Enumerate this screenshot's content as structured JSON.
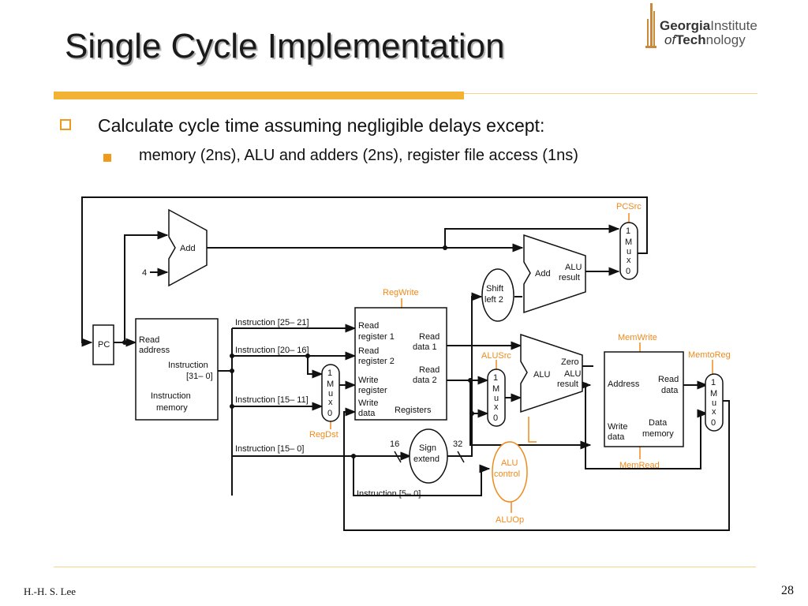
{
  "slide": {
    "title": "Single Cycle Implementation",
    "bullet_1": "Calculate cycle time assuming negligible delays except:",
    "bullet_2": "memory (2ns), ALU and adders (2ns), register file access (1ns)"
  },
  "logo": {
    "line_1_bold": "Georgia",
    "line_1_rest": "Institute",
    "line_2_bold": "of",
    "line_2_mid": "Tech",
    "line_2_rest": "nology"
  },
  "footer": {
    "author": "H.-H. S. Lee",
    "page_number": "28"
  },
  "colors": {
    "accent_orange": "#f2b233",
    "control_orange": "#f08a1c",
    "line_black": "#111111"
  },
  "diagram": {
    "pc": "PC",
    "add_top": "Add",
    "four": "4",
    "add_branch": "Add",
    "add_branch_result_1": "ALU",
    "add_branch_result_2": "result",
    "shift_1": "Shift",
    "shift_2": "left 2",
    "imem_read_1": "Read",
    "imem_read_2": "address",
    "imem_instr_1": "Instruction",
    "imem_instr_2": "[31– 0]",
    "imem_name_1": "Instruction",
    "imem_name_2": "memory",
    "instr_25_21": "Instruction [25– 21]",
    "instr_20_16": "Instruction [20– 16]",
    "instr_15_11": "Instruction [15– 11]",
    "instr_15_0": "Instruction [15– 0]",
    "instr_5_0": "Instruction [5– 0]",
    "reg_read1_1": "Read",
    "reg_read1_2": "register 1",
    "reg_read2_1": "Read",
    "reg_read2_2": "register 2",
    "reg_write_1": "Write",
    "reg_write_2": "register",
    "reg_wdata_1": "Write",
    "reg_wdata_2": "data",
    "reg_rdata1_1": "Read",
    "reg_rdata1_2": "data 1",
    "reg_rdata2_1": "Read",
    "reg_rdata2_2": "data 2",
    "reg_name": "Registers",
    "alu": "ALU",
    "alu_zero": "Zero",
    "alu_result_1": "ALU",
    "alu_result_2": "result",
    "dmem_addr": "Address",
    "dmem_read_1": "Read",
    "dmem_read_2": "data",
    "dmem_write_1": "Write",
    "dmem_write_2": "data",
    "dmem_name_1": "Data",
    "dmem_name_2": "memory",
    "sign_1": "Sign",
    "sign_2": "extend",
    "bits_16": "16",
    "bits_32": "32",
    "alu_control_1": "ALU",
    "alu_control_2": "control",
    "mux_top": "1",
    "mux_m": "M",
    "mux_u": "u",
    "mux_x": "x",
    "mux_bottom": "0",
    "ctl_pcsrc": "PCSrc",
    "ctl_regwrite": "RegWrite",
    "ctl_alusrc": "ALUSrc",
    "ctl_memwrite": "MemWrite",
    "ctl_memtoreg": "MemtoReg",
    "ctl_regdst": "RegDst",
    "ctl_memread": "MemRead",
    "ctl_aluop": "ALUOp"
  }
}
